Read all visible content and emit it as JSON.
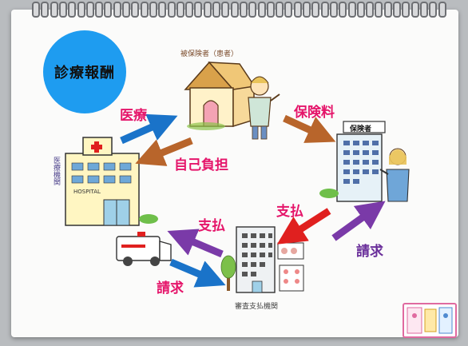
{
  "title": "診療報酬",
  "nodes": {
    "insured": "被保険者（患者）",
    "insurer_sign": "保険者",
    "hospital_sign": "HOSPITAL",
    "hospital_vertical": "医療機関",
    "review_org": "審査支払機関"
  },
  "flows": {
    "medical_care": "医療",
    "copay": "自己負担",
    "premium": "保険料",
    "payment_insurer": "支払",
    "claim_insurer": "請求",
    "payment_review": "支払",
    "claim_review": "請求"
  },
  "colors": {
    "title_circle": "#1e9cf0",
    "label_pink": "#e5156a",
    "label_purple": "#6a2f9a",
    "arrow_blue": "#1a73c9",
    "arrow_brown": "#b8652b",
    "arrow_red": "#e0201f",
    "arrow_purple": "#7a3aa8"
  }
}
